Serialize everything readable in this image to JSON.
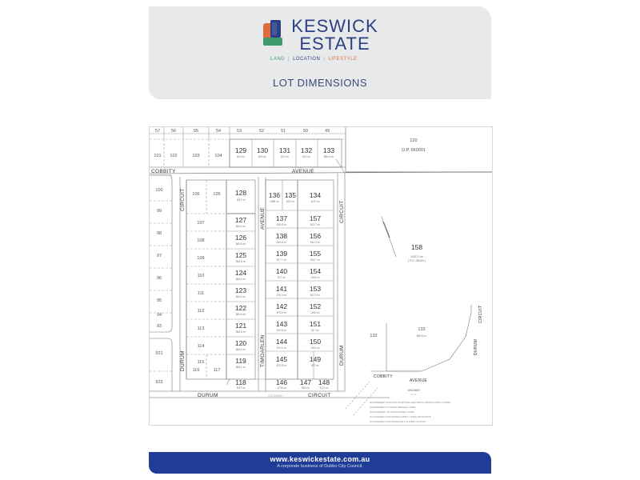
{
  "header": {
    "brand_line1": "KESWICK",
    "brand_line2": "ESTATE",
    "tagline": [
      "LAND",
      "LOCATION",
      "LIFESTYLE"
    ],
    "title": "LOT DIMENSIONS",
    "colors": {
      "brand_blue": "#2c3f82",
      "green": "#3d9a6a",
      "orange": "#e06b3a",
      "panel": "#e8e9eb"
    }
  },
  "map": {
    "streets": {
      "cobbity_avenue_left": "COBBITY",
      "avenue_top": "AVENUE",
      "circuit_left": "CIRCUIT",
      "avenue_vertical": "AVENUE",
      "timoarlen": "TIMOARLEN",
      "circuit_right": "CIRCUIT",
      "durum_right": "DURUM",
      "durum_left": "DURUM",
      "durum_bottom": "DURUM",
      "circuit_bottom": "CIRCUIT",
      "cobbity_bottom": "COBBITY",
      "avenue_bottom": "AVENUE",
      "durum_circuit_far_right_1": "DURUM",
      "durum_circuit_far_right_2": "CIRCUIT",
      "road_width_note": "(16 WIDE)"
    },
    "top_strip": [
      "57",
      "56",
      "55",
      "54",
      "53",
      "52",
      "51",
      "50",
      "49"
    ],
    "top_row_left": [
      "101",
      "102",
      "103",
      "104"
    ],
    "top_row_lots": [
      {
        "num": "129",
        "area": "820 m²"
      },
      {
        "num": "130",
        "area": "820 m²"
      },
      {
        "num": "131",
        "area": "820 m²"
      },
      {
        "num": "132",
        "area": "820 m²"
      },
      {
        "num": "133",
        "area": "856.6 m²"
      }
    ],
    "parcel_120": {
      "num": "120",
      "dp": "D.P. 660001"
    },
    "left_column": [
      "100",
      "99",
      "98",
      "97",
      "96",
      "95",
      "94",
      "93",
      "921",
      "922"
    ],
    "second_column": [
      "106",
      "105",
      "107",
      "108",
      "109",
      "110",
      "111",
      "112",
      "113",
      "114",
      "115",
      "116",
      "117"
    ],
    "lot_128": {
      "num": "128",
      "area": "1167 m²"
    },
    "block_row_top": [
      {
        "num": "136",
        "area": "1088 m²"
      },
      {
        "num": "135",
        "area": "820 m²"
      },
      {
        "num": "134",
        "area": "1167 m²"
      }
    ],
    "west_block": [
      {
        "num": "127",
        "area": "884.6 m²"
      },
      {
        "num": "126",
        "area": "884.6 m²"
      },
      {
        "num": "125",
        "area": "884.6 m²"
      },
      {
        "num": "124",
        "area": "884.6 m²"
      },
      {
        "num": "123",
        "area": "884.6 m²"
      },
      {
        "num": "122",
        "area": "884.6 m²"
      },
      {
        "num": "121",
        "area": "884.6 m²"
      },
      {
        "num": "120",
        "area": "884.6 m²"
      },
      {
        "num": "119",
        "area": "884.1 m²"
      }
    ],
    "mid_block": [
      {
        "num": "137",
        "area": "819.8 m²"
      },
      {
        "num": "138",
        "area": "819.8 m²"
      },
      {
        "num": "139",
        "area": "877.7 m²"
      },
      {
        "num": "140",
        "area": "877 m²"
      },
      {
        "num": "141",
        "area": "876.3 m²"
      },
      {
        "num": "142",
        "area": "875.6 m²"
      },
      {
        "num": "143",
        "area": "874.8 m²"
      },
      {
        "num": "144",
        "area": "874.1 m²"
      },
      {
        "num": "145",
        "area": "873.5 m²"
      }
    ],
    "east_block": [
      {
        "num": "157",
        "area": "812.7 m²"
      },
      {
        "num": "156",
        "area": "814.3 m²"
      },
      {
        "num": "155",
        "area": "815.7 m²"
      },
      {
        "num": "154",
        "area": "1000 m²"
      },
      {
        "num": "153",
        "area": "812.3 m²"
      },
      {
        "num": "152",
        "area": "1000 m²"
      },
      {
        "num": "151",
        "area": "817 m²"
      },
      {
        "num": "150",
        "area": "1002 m²"
      },
      {
        "num": "149",
        "area": "812 m²"
      }
    ],
    "bottom_row": [
      {
        "num": "118",
        "area": "1167 m²"
      },
      {
        "num": "146",
        "area": "1175 m²"
      },
      {
        "num": "147",
        "area": "860 m²"
      },
      {
        "num": "148",
        "area": "1172 m²"
      }
    ],
    "lot_158": {
      "num": "158",
      "area": "165.2 ha",
      "note": "( P.O. 0801N )"
    },
    "lot_132_right": {
      "num": "132"
    },
    "lot_133_right": {
      "num": "133",
      "area": "885.8 m²"
    },
    "dp_note": {
      "label": "DKD589",
      "sub": "V.T.S"
    },
    "easements": [
      "(E) EASEMENT FOR MULTI-PURPOSE ELECTRICAL INSTALLATION 4.5 WIDE",
      "(H) EASEMENT TO DRAIN SEWAGE 2 WIDE",
      "(W) EASEMENT TO DRAIN WATER 2 WIDE",
      "(Y) EASEMENT FOR WATER SUPPLY 3 WIDE (DP 8XXXXX)",
      "(D) EASEMENT FOR DRAINAGE 1.15 WIDE (CXXXXX)"
    ]
  },
  "footer": {
    "url": "www.keswickestate.com.au",
    "subtitle": "A corporate business of Dubbo City Council.",
    "color": "#1f3c96"
  }
}
